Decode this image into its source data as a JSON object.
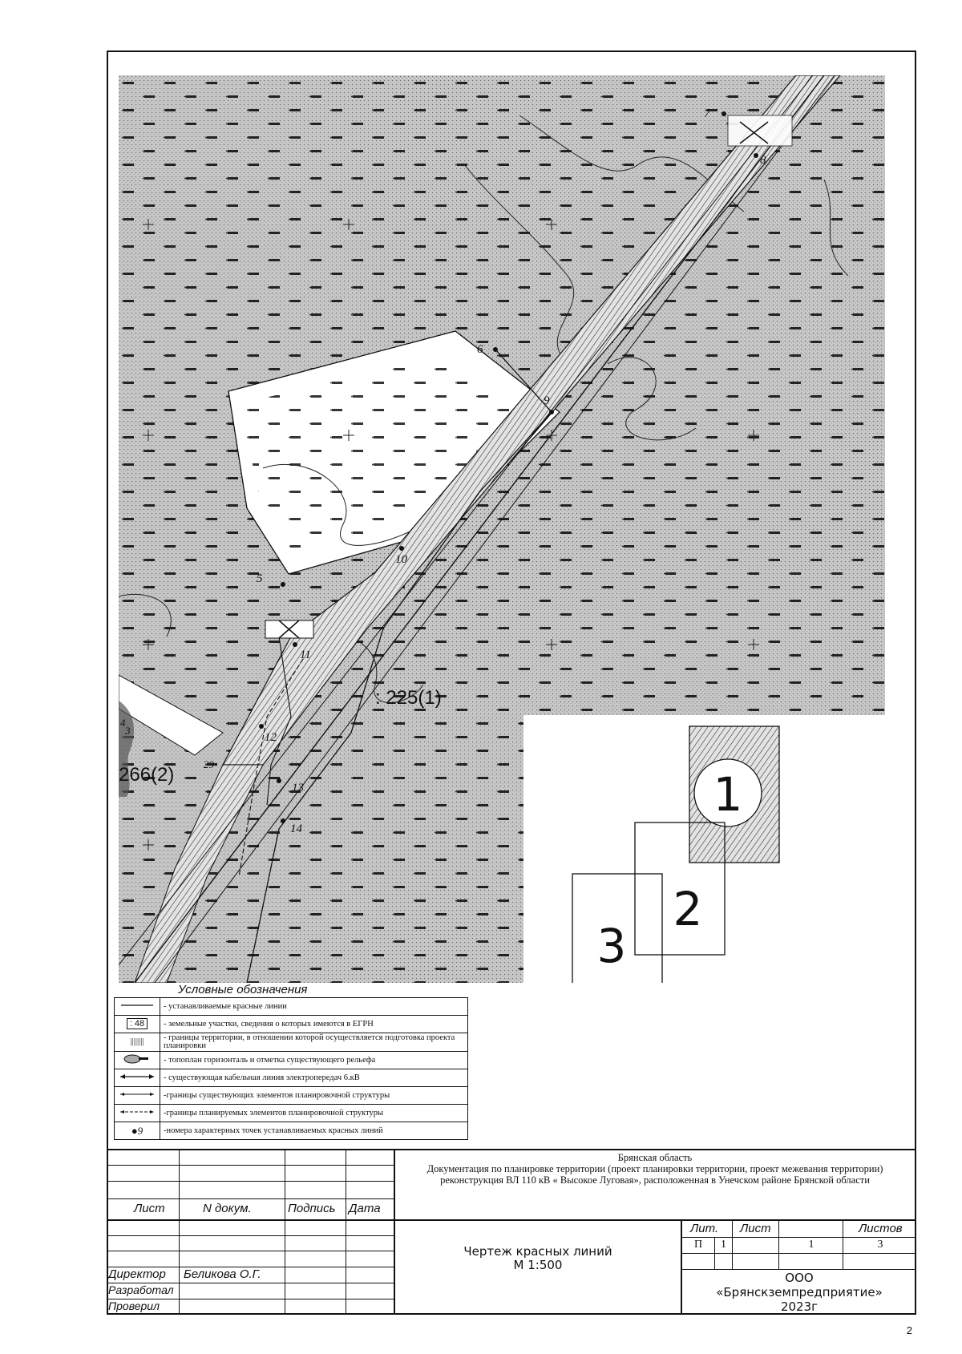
{
  "map": {
    "parcel_label_1": ": 225(1)",
    "parcel_label_2": "266(2)",
    "points": [
      "5",
      "6",
      "7",
      "8",
      "9",
      "10",
      "11",
      "12",
      "13",
      "14"
    ],
    "minor_labels": [
      "4",
      "3",
      "29"
    ]
  },
  "key_map": {
    "sheet_1": "1",
    "sheet_2": "2",
    "sheet_3": "3"
  },
  "legend": {
    "title": "Условные обозначения",
    "items": [
      {
        "symbol": "",
        "text": "- устанавливаемые красные линии"
      },
      {
        "symbol": ": 48",
        "text": "- земельные участки, сведения о которых имеются в ЕГРН"
      },
      {
        "symbol": "||||||||",
        "text": "- границы территории, в отношении которой осуществляется подготовка проекта планировки"
      },
      {
        "symbol": "",
        "text": "- топоплан горизонталь и отметка существующего рельефа"
      },
      {
        "symbol": "",
        "text": "- существующая кабельная линия электропередач 6.кВ"
      },
      {
        "symbol": "",
        "text": "-границы существующих элементов планировочной структуры"
      },
      {
        "symbol": "",
        "text": "-границы планируемых элементов планировочной структуры"
      },
      {
        "symbol": "●9",
        "text": "-номера характерных точек устанавливаемых красных линий"
      }
    ]
  },
  "title_block": {
    "project": "Брянская область\nДокументация по планировке территории (проект планировки территории, проект межевания территории) реконструкция ВЛ 110 кВ « Высокое Луговая», расположенная в Унечском районе Брянской области",
    "col_list": "Лист",
    "col_doc": "N докум.",
    "col_sign": "Подпись",
    "col_date": "Дата",
    "role_director": "Директор",
    "name_director": "Беликова О.Г.",
    "role_dev": "Разработал",
    "role_check": "Проверил",
    "sheet_title": "Чертеж красных линий",
    "scale": "М 1:500",
    "lit_label": "Лит.",
    "sheet_label": "Лист",
    "sheets_label": "Листов",
    "lit_value_1": "П",
    "lit_value_2": "1",
    "sheet_value": "1",
    "sheets_value": "3",
    "org_1": "ООО",
    "org_2": "«Брянскземпредприятие»",
    "year": "2023г"
  },
  "page_number": "2"
}
